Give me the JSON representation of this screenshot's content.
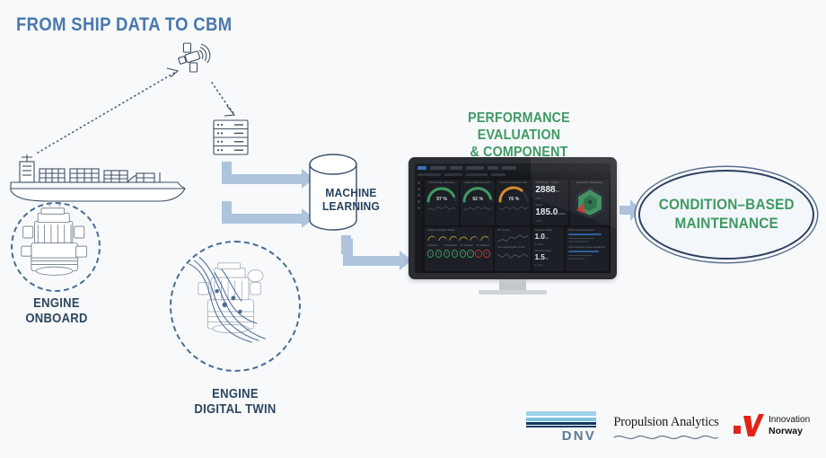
{
  "page": {
    "title": "FROM SHIP DATA TO CBM",
    "background": "#f7f9fb",
    "accent_blue": "#4a78ab",
    "accent_green": "#3f9963",
    "arrow_blue": "#aec3dc",
    "dark_blue": "#2d4660"
  },
  "headings": {
    "performance_line1": "PERFORMANCE EVALUATION",
    "performance_line2": "& COMPONENT DIAGNOSTICS"
  },
  "nodes": {
    "machine_learning": {
      "line1": "MACHINE",
      "line2": "LEARNING",
      "icon": "database-cylinder-icon"
    },
    "engine_onboard": {
      "line1": "ENGINE",
      "line2": "ONBOARD",
      "icon": "engine-icon"
    },
    "engine_digital_twin": {
      "line1": "ENGINE",
      "line2": "DIGITAL TWIN",
      "icon": "engine-wireframe-icon"
    },
    "cbm": {
      "line1": "CONDITION–BASED",
      "line2": "MAINTENANCE"
    },
    "ship": {
      "icon": "container-ship-icon"
    },
    "satellite": {
      "icon": "satellite-icon"
    },
    "server": {
      "icon": "server-rack-icon"
    }
  },
  "dashboard": {
    "gauges": [
      {
        "label": "Turbocharger Efficiency",
        "value": "97 %",
        "color": "#3f9963"
      },
      {
        "label": "Engine Efficiency Ratio",
        "value": "92 %",
        "color": "#3f9963"
      },
      {
        "label": "Fuel Consumption Index",
        "value": "76 %",
        "color": "#d98c2b"
      }
    ],
    "stats": [
      {
        "label": "Shaft Power / Output",
        "value": "2888",
        "unit": "kW",
        "sub": "2847"
      },
      {
        "label": "Speed",
        "value": "185.0",
        "unit": "g/kWh",
        "sub": "178.9"
      }
    ],
    "kpis": [
      {
        "label": "Deviation Index",
        "value": "1.0",
        "unit": "bar",
        "sub": "0.8 bar"
      },
      {
        "label": "Pressure Drop",
        "value": "1.5",
        "unit": "bar",
        "sub": "1.2 bar"
      }
    ],
    "panels": {
      "radar": "Component Diagnostics",
      "cylinder_balance": "Cylinder Dynamic Status",
      "perf_trend": "KPI Trends",
      "secondary_trend": "Fuel Consumption Trend",
      "notes_1": "Fault recommendations",
      "notes_2": "Fault diagnosis recommendations"
    },
    "cylinders": [
      "1",
      "2",
      "3",
      "4",
      "5",
      "6",
      "7",
      "8"
    ],
    "cylinder_groups": [
      "Cylinder 1",
      "Compression",
      "Air Channel",
      "Air Channel 2"
    ]
  },
  "logos": {
    "dnv": {
      "text": "DNV",
      "name": "dnv-logo"
    },
    "propulsion_analytics": {
      "text": "Propulsion Analytics",
      "name": "propulsion-analytics-logo"
    },
    "innovation_norway": {
      "line1": "Innovation",
      "line2": "Norway",
      "name": "innovation-norway-logo"
    }
  }
}
